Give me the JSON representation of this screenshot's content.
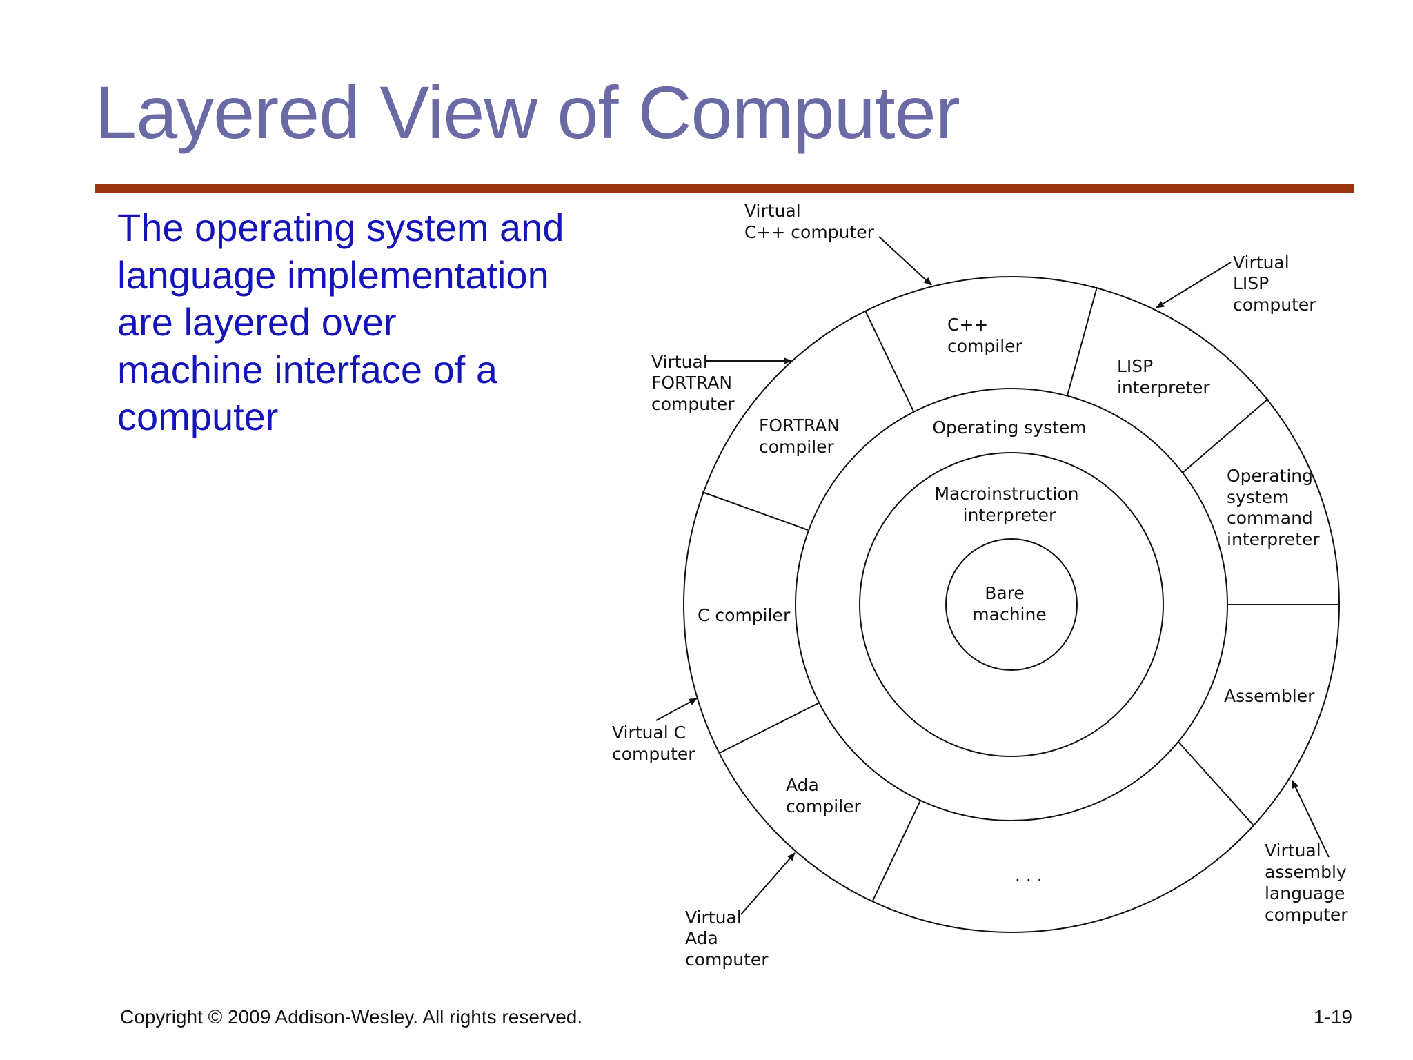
{
  "slide": {
    "title": "Layered View of Computer",
    "body_lines": [
      "The operating system and",
      "language implementation",
      "are layered over",
      "machine interface of a",
      "computer"
    ],
    "copyright": "Copyright © 2009 Addison-Wesley. All rights reserved.",
    "page_number": "1-19"
  },
  "colors": {
    "title": "#6a6aa4",
    "rule": "#9c3410",
    "body_text": "#1414b8"
  },
  "diagram": {
    "core": [
      "Bare",
      "machine"
    ],
    "macro_layer": [
      "Macroinstruction",
      "interpreter"
    ],
    "os_layer": "Operating system",
    "segments": {
      "cpp": [
        "C++",
        "compiler"
      ],
      "lisp": [
        "LISP",
        "interpreter"
      ],
      "os_command": [
        "Operating",
        "system",
        "command",
        "interpreter"
      ],
      "assembler": "Assembler",
      "ellipsis": ". . .",
      "ada": [
        "Ada",
        "compiler"
      ],
      "c": "C compiler",
      "fortran": [
        "FORTRAN",
        "compiler"
      ]
    },
    "callouts": {
      "virtual_cpp": [
        "Virtual",
        "C++ computer"
      ],
      "virtual_lisp": [
        "Virtual",
        "LISP",
        "computer"
      ],
      "virtual_fortran": [
        "Virtual",
        "FORTRAN",
        "computer"
      ],
      "virtual_c": [
        "Virtual C",
        "computer"
      ],
      "virtual_ada": [
        "Virtual",
        "Ada",
        "computer"
      ],
      "virtual_assembly": [
        "Virtual",
        "assembly",
        "language",
        "computer"
      ]
    }
  }
}
